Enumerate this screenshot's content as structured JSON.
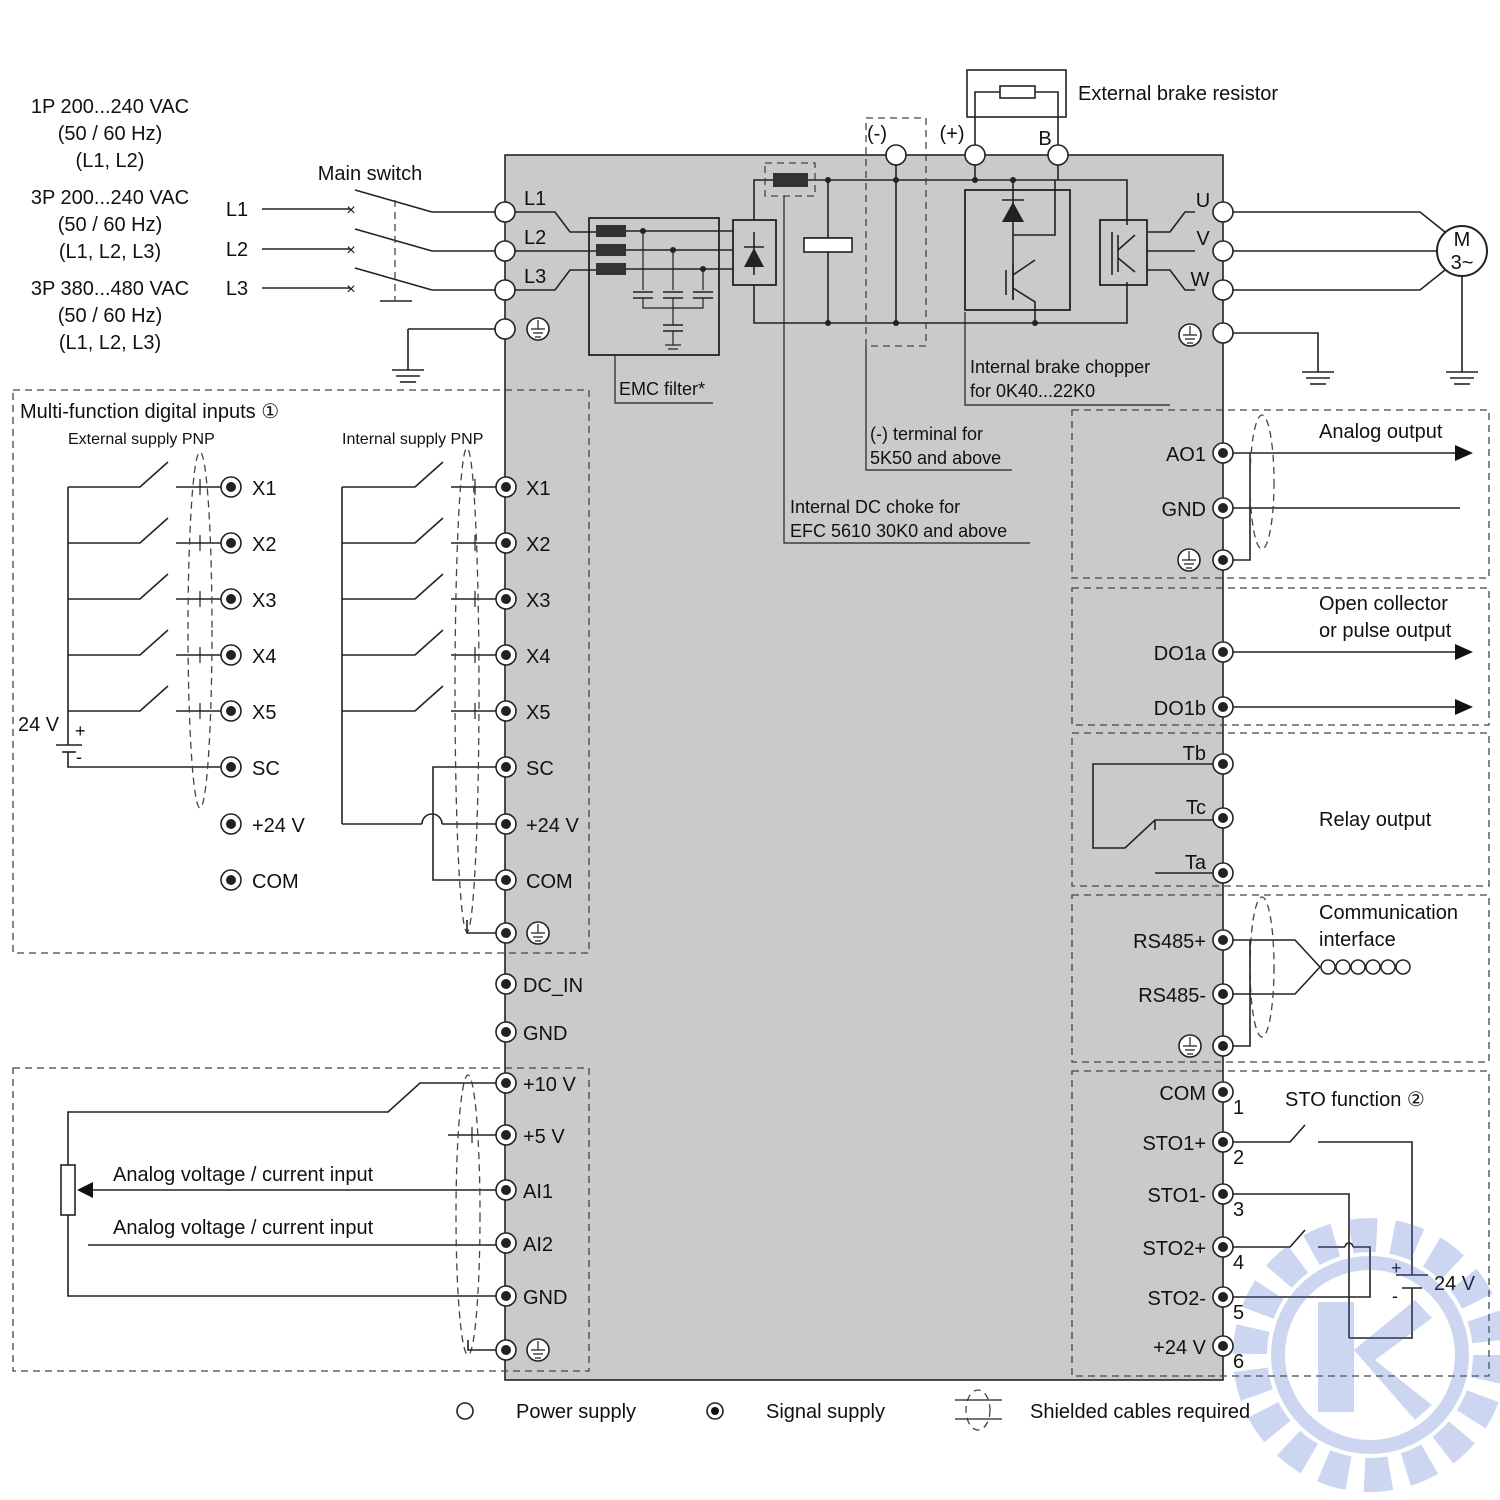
{
  "supply": {
    "group1": {
      "line1": "1P 200...240 VAC",
      "line2": "(50 / 60 Hz)",
      "line3": "(L1, L2)"
    },
    "group2": {
      "line1": "3P 200...240 VAC",
      "line2": "(50 / 60 Hz)",
      "line3": "(L1, L2, L3)"
    },
    "group3": {
      "line1": "3P 380...480 VAC",
      "line2": "(50 / 60 Hz)",
      "line3": "(L1, L2, L3)"
    },
    "main_switch": "Main switch",
    "lines": [
      "L1",
      "L2",
      "L3"
    ]
  },
  "drive": {
    "input_terminals": [
      "L1",
      "L2",
      "L3"
    ],
    "dc_terminals": [
      "(-)",
      "(+)",
      "B"
    ],
    "brake_resistor": "External brake resistor",
    "output_terminals": [
      "U",
      "V",
      "W"
    ],
    "motor": [
      "M",
      "3~"
    ],
    "callouts": {
      "emc_filter": "EMC filter*",
      "brake_chopper": [
        "Internal brake chopper",
        "for 0K40...22K0"
      ],
      "dc_minus": [
        "(-) terminal for",
        "5K50 and above"
      ],
      "dc_choke": [
        "Internal DC choke for",
        "EFC 5610 30K0 and above"
      ]
    }
  },
  "digital_inputs": {
    "title": "Multi-function digital inputs ①",
    "external_label": "External supply PNP",
    "internal_label": "Internal supply PNP",
    "terminals": [
      "X1",
      "X2",
      "X3",
      "X4",
      "X5",
      "SC",
      "+24 V",
      "COM"
    ],
    "battery": "24 V",
    "battery_plus": "+",
    "battery_minus": "-"
  },
  "aux_terminals": [
    "DC_IN",
    "GND"
  ],
  "analog_inputs": {
    "terminals": [
      "+10 V",
      "+5 V",
      "AI1",
      "AI2",
      "GND"
    ],
    "labels": [
      "Analog voltage / current input",
      "Analog voltage / current input"
    ]
  },
  "right": {
    "analog_output": {
      "title": "Analog output",
      "terminals": [
        "AO1",
        "GND"
      ]
    },
    "open_collector": {
      "title": [
        "Open collector",
        "or pulse output"
      ],
      "terminals": [
        "DO1a",
        "DO1b"
      ]
    },
    "relay": {
      "title": "Relay output",
      "terminals": [
        "Tb",
        "Tc",
        "Ta"
      ]
    },
    "comm": {
      "title": [
        "Communication",
        "interface"
      ],
      "terminals": [
        "RS485+",
        "RS485-"
      ]
    },
    "sto": {
      "title": "STO function ②",
      "terminals": [
        "COM",
        "STO1+",
        "STO1-",
        "STO2+",
        "STO2-",
        "+24 V"
      ],
      "numbers": [
        "1",
        "2",
        "3",
        "4",
        "5",
        "6"
      ],
      "battery": "24 V",
      "plus": "+",
      "minus": "-"
    }
  },
  "legend": [
    "Power supply",
    "Signal supply",
    "Shielded cables required"
  ]
}
